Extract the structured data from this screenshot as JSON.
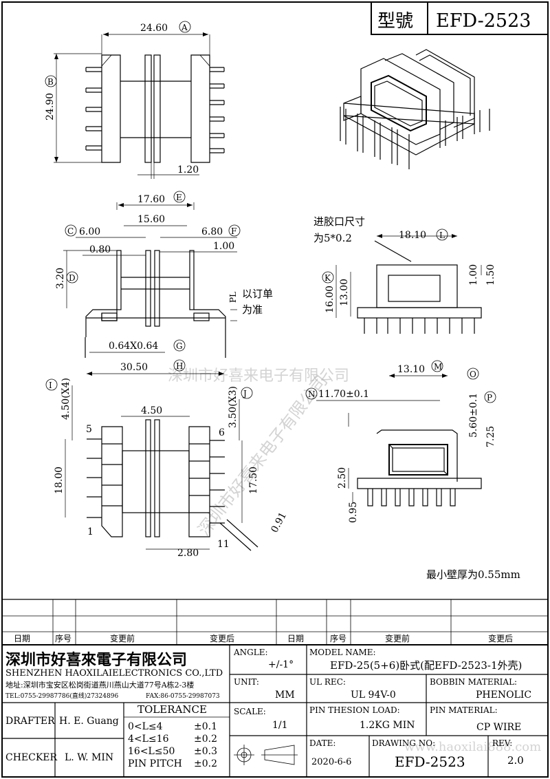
{
  "title_block": {
    "model_label": "型號",
    "model_value": "EFD-2523"
  },
  "views": {
    "top": {
      "a": "24.60",
      "a_tag": "A",
      "b": "24.90",
      "b_tag": "B",
      "pin": "1.20"
    },
    "front": {
      "e": "17.60",
      "e_tag": "E",
      "w1": "15.60",
      "c": "6.00",
      "c_tag": "C",
      "f": "6.80",
      "f_tag": "F",
      "gap1": "0.80",
      "gap2": "1.00",
      "d": "3.20",
      "d_tag": "D",
      "pl": "PL",
      "note1": "以订单",
      "note2": "为准",
      "g": "0.64X0.64",
      "g_tag": "G",
      "h": "30.50",
      "h_tag": "H"
    },
    "bottom": {
      "i": "4.50(X4)",
      "i_tag": "I",
      "j": "3.50(X3)",
      "j_tag": "J",
      "w": "4.50",
      "h1": "18.00",
      "h2": "17.50",
      "w2": "2.80",
      "ang": "0.91",
      "pin1": "1",
      "pin5": "5",
      "pin6": "6",
      "pin11": "11"
    },
    "side": {
      "inlet1": "进胶口尺寸",
      "inlet2": "为5*0.2",
      "l": "18.10",
      "l_tag": "L",
      "k": "16.00",
      "k_tag": "K",
      "k2": "13.00",
      "r1": "1.00",
      "r2": "1.50"
    },
    "section": {
      "m": "13.10",
      "m_tag": "M",
      "n": "11.70±0.1",
      "n_tag": "N",
      "o": "5.60±0.1",
      "o_tag": "O",
      "p": "7.25",
      "p_tag": "P",
      "h1": "2.50",
      "h2": "0.95"
    },
    "wall_note": "最小壁厚为0.55mm"
  },
  "watermark": {
    "text1": "深圳市好喜来电子有限公司",
    "text2": "深圳市好喜来电子有限公司",
    "url": "www.haoxilai888.com"
  },
  "revision_table": {
    "headers": [
      "日期",
      "序号",
      "变更前",
      "变更后",
      "日期",
      "序号",
      "变更前",
      "变更后"
    ]
  },
  "company": {
    "name": "深圳市好喜來電子有限公司",
    "english": "SHENZHEN HAOXILAIELECTRONICS CO.,LTD",
    "address": "地址:深圳市宝安区松岗街道燕川燕山大道77号A栋2-3楼",
    "tel": "TEL:0755-29987786(直线)27324896",
    "fax": "FAX:86-0755-29987073"
  },
  "info": {
    "drafter_label": "DRAFTER",
    "drafter_value": "H. E. Guang",
    "checker_label": "CHECKER",
    "checker_value": "L. W. MIN",
    "tolerance_title": "TOLERANCE",
    "tol_rows": [
      {
        "range": "0<L≤4",
        "val": "±0.1"
      },
      {
        "range": "4<L≤16",
        "val": "±0.2"
      },
      {
        "range": "16<L≤50",
        "val": "±0.3"
      },
      {
        "range": "PIN PITCH",
        "val": "±0.2"
      }
    ],
    "angle_label": "ANGLE:",
    "angle_value": "+/-1°",
    "unit_label": "UNIT:",
    "unit_value": "MM",
    "scale_label": "SCALE:",
    "scale_value": "1/1",
    "model_name_label": "MODEL NAME:",
    "model_name_value": "EFD-25(5+6)卧式(配EFD-2523-1外壳)",
    "ul_label": "UL REC:",
    "ul_value": "UL 94V-0",
    "bobbin_label": "BOBBIN MATERIAL:",
    "bobbin_value": "PHENOLIC",
    "pin_load_label": "PIN THESION LOAD:",
    "pin_load_value": "1.2KG MIN",
    "pin_mat_label": "PIN MATERIAL:",
    "pin_mat_value": "CP  WIRE",
    "date_label": "DATE:",
    "date_value": "2020-6-6",
    "drawing_label": "DRAWING NO:",
    "drawing_value": "EFD-2523",
    "rev_label": "REV:",
    "rev_value": "2.0"
  }
}
